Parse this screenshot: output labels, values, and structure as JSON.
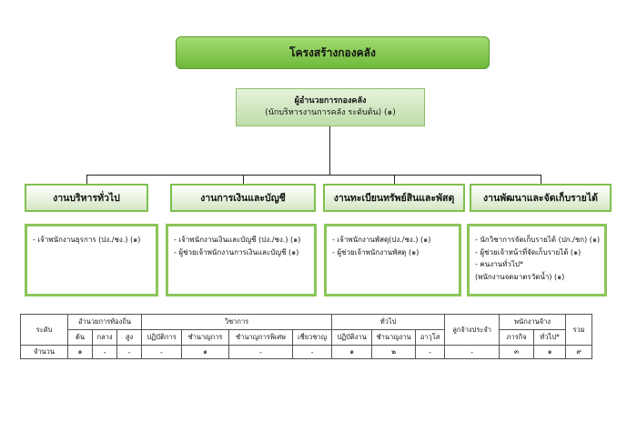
{
  "title": "โครงสร้างกองคลัง",
  "director": {
    "title": "ผู้อำนวยการกองคลัง",
    "subtitle": "(นักบริหารงานการคลัง ระดับต้น) (๑)"
  },
  "divisions": [
    {
      "head": "งานบริหารทั่วไป",
      "items": [
        "- เจ้าพนักงานธุรการ   (ปง./ชง.) (๑)"
      ]
    },
    {
      "head": "งานการเงินและบัญชี",
      "items": [
        "- เจ้าพนักงานเงินและบัญชี (ปง./ชง.) (๑)",
        "- ผู้ช่วยเจ้าพนักงานการเงินและบัญชี (๑)"
      ]
    },
    {
      "head": "งานทะเบียนทรัพย์สินและพัสดุ",
      "items": [
        "- เจ้าพนักงานพัสดุ(ปง./ชง.) (๑)",
        "- ผู้ช่วยเจ้าพนักงานพัสดุ  (๑)"
      ]
    },
    {
      "head": "งานพัฒนาและจัดเก็บรายได้",
      "items": [
        "- นักวิชาการจัดเก็บรายได้ (ปก./ชก) (๑)",
        "- ผู้ช่วยเจ้าหน้าที่จัดเก็บรายได้ (๑)",
        "- คนงานทั่วไป*",
        "(พนักงานจดมาตรวัดน้ำ) (๑)"
      ]
    }
  ],
  "table": {
    "row_header": "ระดับ",
    "groups": {
      "admin": "อำนวยการท้องถิ่น",
      "academic": "วิชาการ",
      "general": "ทั่วไป",
      "permanent_employee": "ลูกจ้างประจำ",
      "staff": "พนักงานจ้าง",
      "total": "รวม"
    },
    "sub": {
      "admin": [
        "ต้น",
        "กลาง",
        "สูง"
      ],
      "academic": [
        "ปฏิบัติการ",
        "ชำนาญการ",
        "ชำนาญการพิเศษ",
        "เชี่ยวชาญ"
      ],
      "general": [
        "ปฏิบัติงาน",
        "ชำนาญงาน",
        "อาวุโส"
      ],
      "staff": [
        "ภารกิจ",
        "ทั่วไป*"
      ]
    },
    "count_label": "จำนวน",
    "counts": {
      "admin": [
        "๑",
        "-",
        "-"
      ],
      "academic": [
        "-",
        "๑",
        "-",
        "-"
      ],
      "general": [
        "๑",
        "๒",
        "-"
      ],
      "permanent_employee": "-",
      "staff": [
        "๓",
        "๑"
      ],
      "total": "๙"
    }
  },
  "colors": {
    "title_fill": "#6fb83c",
    "director_fill": "#d6ebc8",
    "division_border": "#8cc55a",
    "line": "#222222"
  }
}
